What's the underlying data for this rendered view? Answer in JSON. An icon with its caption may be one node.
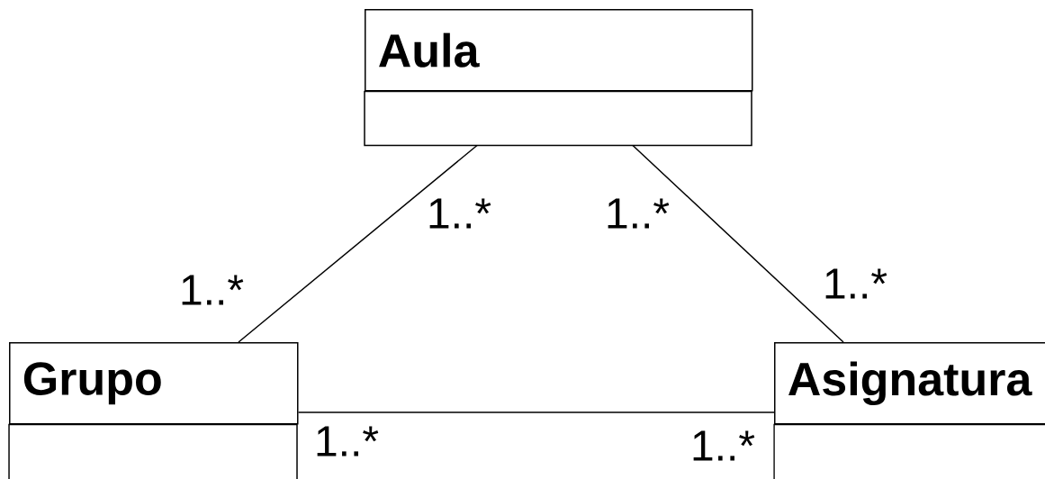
{
  "diagram": {
    "nodes": [
      {
        "text": [
          "Aula"
        ]
      },
      {
        "text": [
          "Grupo"
        ]
      },
      {
        "text": [
          "Asignatura"
        ]
      }
    ],
    "edges": [
      {
        "from": 0,
        "to": 1,
        "arrow": "none"
      },
      {
        "from": 0,
        "to": 2,
        "arrow": "none"
      },
      {
        "from": 1,
        "to": 2,
        "arrow": "none"
      }
    ],
    "labels": [
      "1..*",
      "1..*",
      "1..*",
      "1..*",
      "1..*",
      "1..*"
    ]
  }
}
